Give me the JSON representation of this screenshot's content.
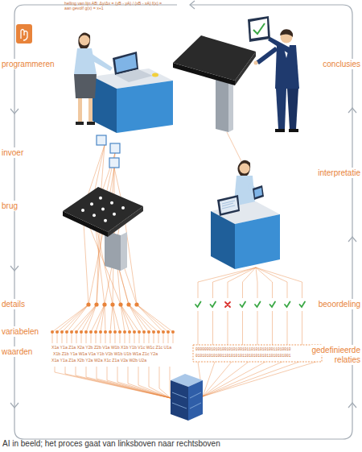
{
  "diagram": {
    "caption": "AI in beeld; het proces gaat van linksboven naar rechtsboven",
    "labels": [
      "helling van lijn AB: Δy/Δx = (yB - yA) / (xB - xA) f(x) = aan gevolf g(x) = x+1",
      "programmeren",
      "invoer",
      "brug",
      "details",
      "variabelen",
      "waarden",
      "X1a Y1a Z1a X2a Y2b Z2b V1a W1b X1b Y1b V1c W1c Z1c U1a",
      "X1b Z1b Y1a W1a V1a Y1b V1b W1b U1b W1a Z1c Y2a",
      "X1a Y1a Z1a X2b Y2a W2a X1c Z1a V2a W2b U2a",
      "conclusies",
      "interpretatie",
      "beoordeling",
      "gedefinieerde relaties",
      "0000000101010010101001011010101010011010010",
      "0101010101001101010101101010101011010101001"
    ]
  }
}
